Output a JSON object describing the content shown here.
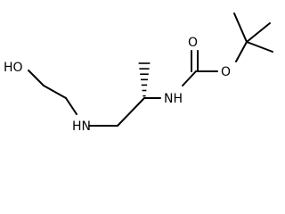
{
  "molecule": {
    "atoms": {
      "hydroxyl": "HO",
      "amine": "HN",
      "carbamate_nh": "NH",
      "carbonyl_oxygen": "O",
      "ester_oxygen": "O"
    },
    "stereo": {
      "chiral_center_methyl": "hashed-wedge"
    }
  }
}
